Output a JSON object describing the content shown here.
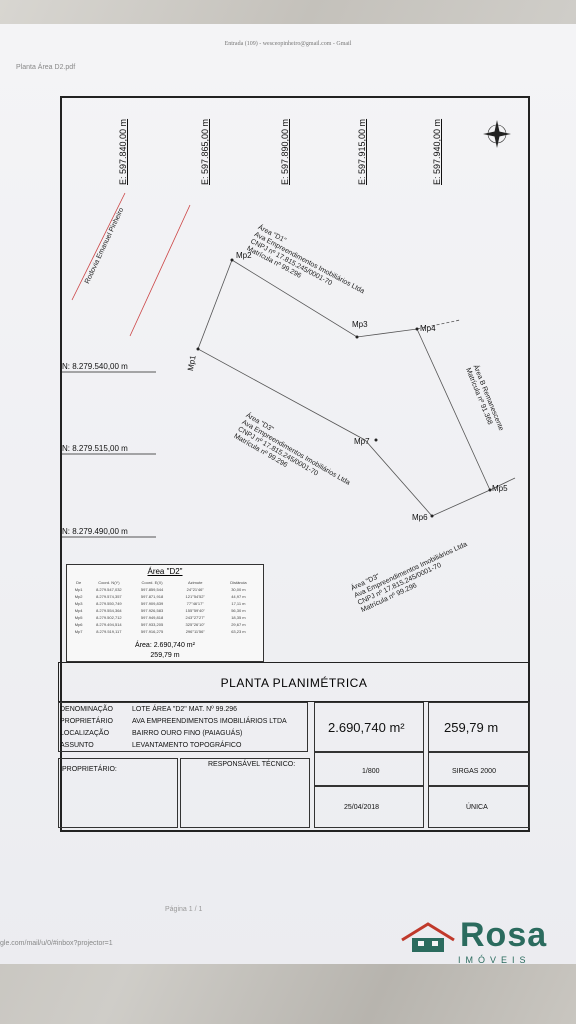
{
  "print": {
    "header": "Entrada (109) - wesceopinheiro@gmail.com - Gmail",
    "filename": "Planta Área D2.pdf",
    "page": "Página  1 / 1",
    "url": "gle.com/mail/u/0/#inbox?projector=1"
  },
  "map": {
    "eastings": [
      "E: 597.840,00 m",
      "E: 597.865,00 m",
      "E: 597.890,00 m",
      "E: 597.915,00 m",
      "E: 597.940,00 m"
    ],
    "northings": [
      "N: 8.279.540,00 m",
      "N: 8.279.515,00 m",
      "N: 8.279.490,00 m"
    ],
    "vertices": [
      "Mp1",
      "Mp2",
      "Mp3",
      "Mp4",
      "Mp5",
      "Mp6",
      "Mp7"
    ],
    "road": "Rodovia Emanuel Pinheiro",
    "notes": {
      "d1": "Área \"D1\"\nAva Empreendimentos Imobiliários Ltda\nCNPJ nº 17.815.245/0001-70\nMatrícula nº 99.296",
      "d3_left": "Área \"D3\"\nAva Empreendimentos Imobiliários Ltda\nCNPJ nº 17.815.245/0001-70\nMatrícula nº 99.296",
      "d3_right": "Área \"D3\"\nAva Empreendimentos Imobiliários Ltda\nCNPJ nº 17.815.245/0001-70\nMatrícula nº 99.296",
      "b": "Área B Remanescente\nMatrícula nº 91.368"
    }
  },
  "table": {
    "title": "Área \"D2\"",
    "headers": [
      "De",
      "Coord. N(Y)",
      "Coord. E(X)",
      "Azimute",
      "Distância"
    ],
    "rows": [
      [
        "Mp1",
        "8.279.547,032",
        "597.859,544",
        "24°21'46\"",
        "30,00 m"
      ],
      [
        "Mp2",
        "8.279.574,357",
        "597.871,918",
        "121°54'52\"",
        "44,97 m"
      ],
      [
        "Mp3",
        "8.279.550,749",
        "597.909,839",
        "77°46'17\"",
        "17,11 m"
      ],
      [
        "Mp4",
        "8.279.554,364",
        "597.926,583",
        "155°59'40\"",
        "56,30 m"
      ],
      [
        "Mp5",
        "8.279.502,712",
        "597.949,818",
        "243°27'27\"",
        "18,35 m"
      ],
      [
        "Mp6",
        "8.279.494,514",
        "597.933,205",
        "325°26'10\"",
        "29,67 m"
      ],
      [
        "Mp7",
        "8.279.519,117",
        "597.916,275",
        "296°11'56\"",
        "63,23 m"
      ]
    ],
    "area": "Área: 2.690,740 m²",
    "perimeter": "259,79 m"
  },
  "titleblock": {
    "title": "PLANTA PLANIMÉTRICA",
    "fields": [
      {
        "label": "DENOMINAÇÃO",
        "value": "LOTE ÁREA \"D2\" MAT. Nº 99.296"
      },
      {
        "label": "PROPRIETÁRIO",
        "value": "AVA EMPREENDIMENTOS IMOBILIÁRIOS LTDA"
      },
      {
        "label": "LOCALIZAÇÃO",
        "value": "BAIRRO OURO FINO (PAIAGUÁS)"
      },
      {
        "label": "ASSUNTO",
        "value": "LEVANTAMENTO TOPOGRÁFICO"
      }
    ],
    "area": "2.690,740 m²",
    "perimeter": "259,79 m",
    "scale": "1/800",
    "datum": "SIRGAS 2000",
    "date": "25/04/2018",
    "sheet": "ÚNICA",
    "owner_label": "PROPRIETÁRIO:",
    "responsible_label": "RESPONSÁVEL TÉCNICO:"
  },
  "logo": {
    "name": "Rosa",
    "sub": "IMÓVEIS"
  }
}
